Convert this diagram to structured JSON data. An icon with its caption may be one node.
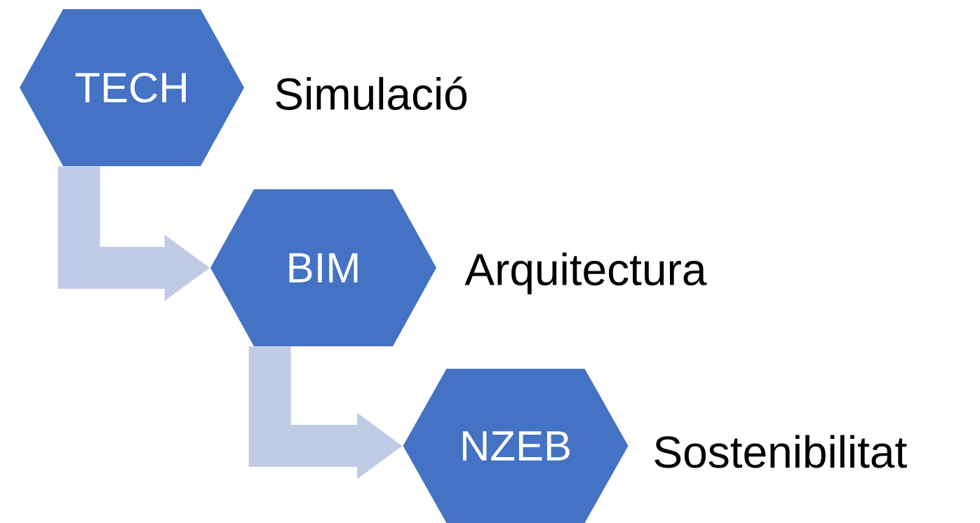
{
  "diagram": {
    "nodes": [
      {
        "text": [
          "TECH"
        ],
        "beside": [
          "Simulació"
        ]
      },
      {
        "text": [
          "BIM"
        ],
        "beside": [
          "Arquitectura"
        ]
      },
      {
        "text": [
          "NZEB"
        ],
        "beside": [
          "Sostenibilitat"
        ]
      }
    ],
    "edges": [
      {
        "from": 0,
        "to": 1,
        "arrow": "to"
      },
      {
        "from": 1,
        "to": 2,
        "arrow": "to"
      }
    ]
  }
}
